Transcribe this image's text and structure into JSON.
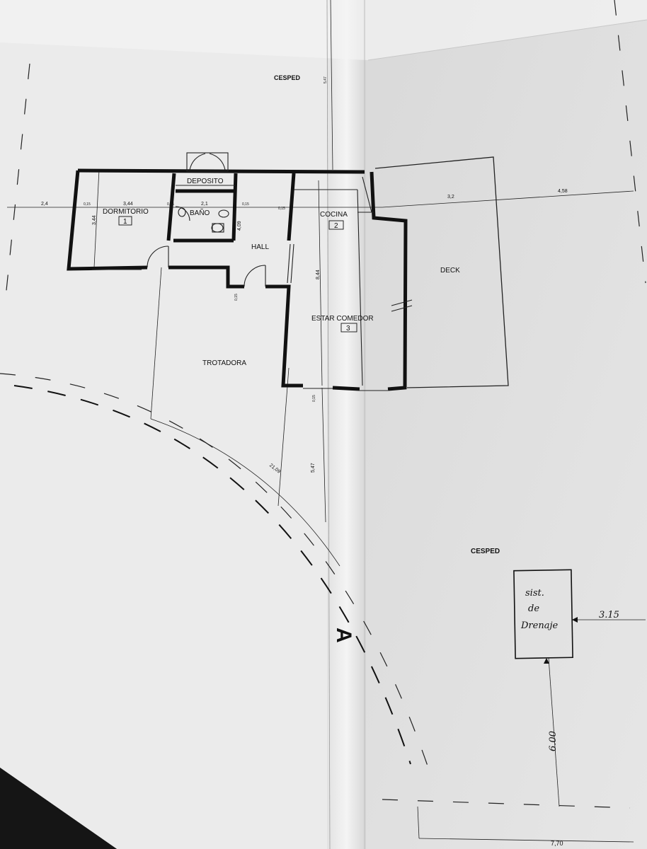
{
  "rooms": {
    "deposito": "DEPOSITO",
    "dormitorio": "DORMITORIO",
    "dormitorio_num": "1",
    "bano": "BAÑO",
    "cocina": "COCINA",
    "cocina_num": "2",
    "hall": "HALL",
    "estar": "ESTAR COMEDOR",
    "estar_num": "3",
    "deck": "DECK",
    "trotadora": "TROTADORA"
  },
  "labels": {
    "cesped_top": "CESPED",
    "cesped_bottom": "CESPED",
    "section_mark": "A",
    "tank_line1": "sist.",
    "tank_line2": "de",
    "tank_line3": "Drenaje"
  },
  "dimensions": {
    "d_2_4": "2,4",
    "d_0_15_a": "0,15",
    "d_3_44_a": "3,44",
    "d_3_44_b": "3,44",
    "d_0_15_b": "0,15",
    "d_2_1": "2,1",
    "d_0_15_c": "0,15",
    "d_4_09": "4,09",
    "d_0_15_d": "0,15",
    "d_0_15_e": "0,15",
    "d_0_15_f": "0,15",
    "d_3_2": "3,2",
    "d_4_58": "4,58",
    "d_5_47_top": "5,47",
    "d_8_44": "8,44",
    "d_21_09": "21,09",
    "d_5_47": "5,47",
    "d_3_15": "3.15",
    "d_6_00": "6.00",
    "d_7_70": "7,70"
  },
  "colors": {
    "paper": "#eeeeee",
    "paper_shadow": "#cfcfcf",
    "ink": "#111111",
    "background": "#1a1a1a"
  }
}
